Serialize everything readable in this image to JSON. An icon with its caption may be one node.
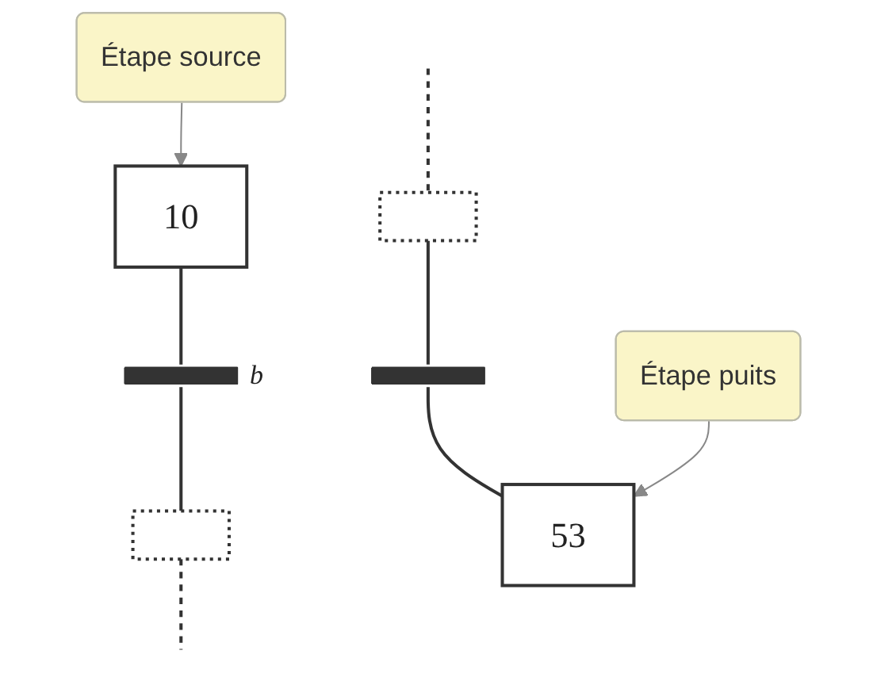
{
  "diagram": {
    "nodes": [
      {
        "text": [
          "Étape source"
        ]
      },
      {
        "text": [
          "10"
        ]
      },
      {
        "text": [],
        "shape": "bar",
        "beside": [
          "b"
        ]
      },
      {
        "text": [],
        "shape": "box"
      },
      {
        "text": [],
        "shape": "box"
      },
      {
        "text": [],
        "shape": "bar"
      },
      {
        "text": [
          "53"
        ]
      },
      {
        "text": [
          "Étape puits"
        ]
      }
    ],
    "edges": [
      {
        "from": 0,
        "to": 1,
        "arrow": "to",
        "color": "#888888"
      },
      {
        "from": 1,
        "to": 2,
        "arrow": "none"
      },
      {
        "from": 2,
        "to": 3,
        "arrow": "none"
      },
      {
        "from": 3,
        "to": null,
        "arrow": "none",
        "style": "dashed"
      },
      {
        "from": null,
        "to": 4,
        "arrow": "none",
        "style": "dashed"
      },
      {
        "from": 4,
        "to": 5,
        "arrow": "none"
      },
      {
        "from": 5,
        "to": 6,
        "arrow": "none"
      },
      {
        "from": 7,
        "to": 6,
        "arrow": "to",
        "color": "#888888"
      }
    ]
  }
}
